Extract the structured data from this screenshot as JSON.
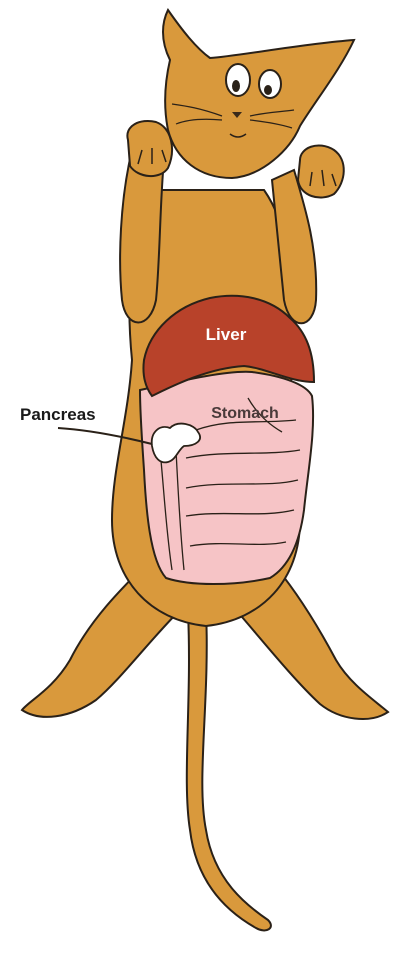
{
  "labels": {
    "liver": "Liver",
    "stomach": "Stomach",
    "pancreas": "Pancreas"
  },
  "colors": {
    "fur": "#d9993c",
    "outline": "#2a2118",
    "liver": "#b8422a",
    "stomach": "#f6c4c6",
    "pancreas": "#ffffff",
    "eye": "#ffffff",
    "nose": "#3a2a1a"
  }
}
